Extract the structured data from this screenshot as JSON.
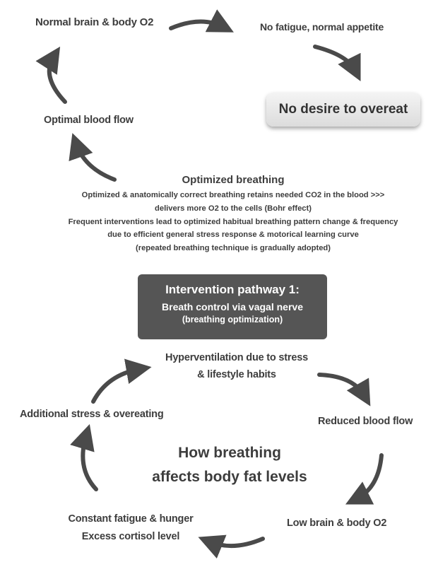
{
  "upper_cycle": {
    "normal_brain_o2": "Normal brain & body O2",
    "no_fatigue": "No fatigue, normal appetite",
    "no_desire_overeat": "No desire to overeat",
    "optimal_blood_flow": "Optimal blood flow"
  },
  "optimized_breathing": {
    "heading": "Optimized breathing",
    "lines": [
      "Optimized & anatomically correct breathing retains needed CO2 in the blood >>>",
      "delivers more O2 to the cells (Bohr effect)",
      "Frequent interventions lead to optimized habitual breathing pattern change & frequency",
      "due to efficient general stress response & motorical learning curve",
      "(repeated breathing technique is gradually adopted)"
    ]
  },
  "intervention": {
    "title": "Intervention pathway 1:",
    "subtitle": "Breath control via vagal nerve",
    "note": "(breathing optimization)"
  },
  "lower_cycle": {
    "hyperventilation_1": "Hyperventilation due to stress",
    "hyperventilation_2": "& lifestyle habits",
    "reduced_blood_flow": "Reduced blood flow",
    "low_brain_o2": "Low brain & body O2",
    "fatigue_1": "Constant fatigue & hunger",
    "fatigue_2": "Excess cortisol level",
    "additional_stress": "Additional stress & overeating"
  },
  "center_title": {
    "line1": "How breathing",
    "line2": "affects body fat levels"
  },
  "colors": {
    "arrow": "#4a4a4a",
    "dark_box": "#555555",
    "text": "#3d3d3d"
  }
}
